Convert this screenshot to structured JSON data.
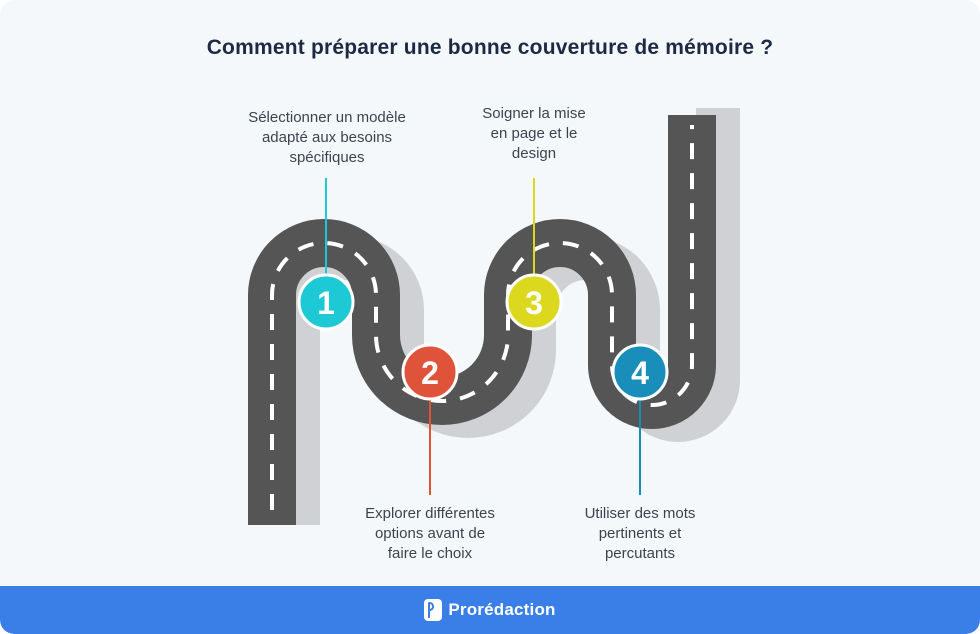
{
  "title": "Comment préparer une bonne couverture de mémoire ?",
  "steps": [
    {
      "number": "1",
      "lines": [
        "Sélectionner un modèle",
        "adapté aux besoins",
        "spécifiques"
      ],
      "color": "#1ec9d6"
    },
    {
      "number": "2",
      "lines": [
        "Explorer différentes",
        "options avant de",
        "faire le choix"
      ],
      "color": "#e0533b"
    },
    {
      "number": "3",
      "lines": [
        "Soigner la mise",
        "en page et le",
        "design"
      ],
      "color": "#dcd81e"
    },
    {
      "number": "4",
      "lines": [
        "Utiliser des mots",
        "pertinents et",
        "percutants"
      ],
      "color": "#1a8ebb"
    }
  ],
  "brand": {
    "name": "Prorédaction"
  },
  "colors": {
    "road": "#555555",
    "shadow": "#cfd1d4",
    "footer": "#3a7ee8",
    "title": "#1d2a44"
  }
}
